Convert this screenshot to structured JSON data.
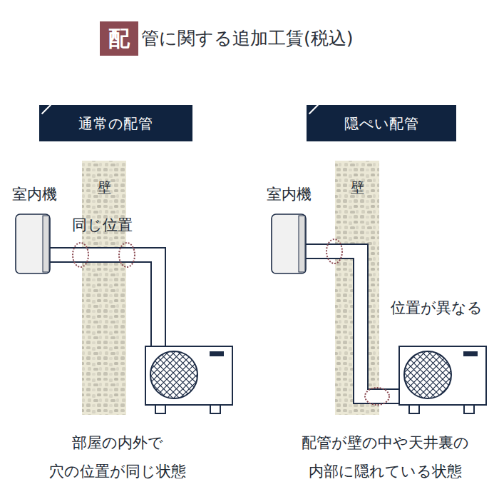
{
  "diagram": {
    "title": "管に関する追加工賃(税込)",
    "nodes": [
      {
        "text": [
          "配"
        ]
      },
      {
        "text": [
          "通常の配管"
        ]
      },
      {
        "text": [
          "隠ぺい配管"
        ]
      }
    ],
    "labels": [
      "室内機",
      "壁",
      "同じ位置",
      "部屋の内外で 穴の位置が同じ状態",
      "室内機",
      "壁",
      "位置が異なる",
      "配管が壁の中や天井裏の 内部に隠れている状態"
    ]
  }
}
